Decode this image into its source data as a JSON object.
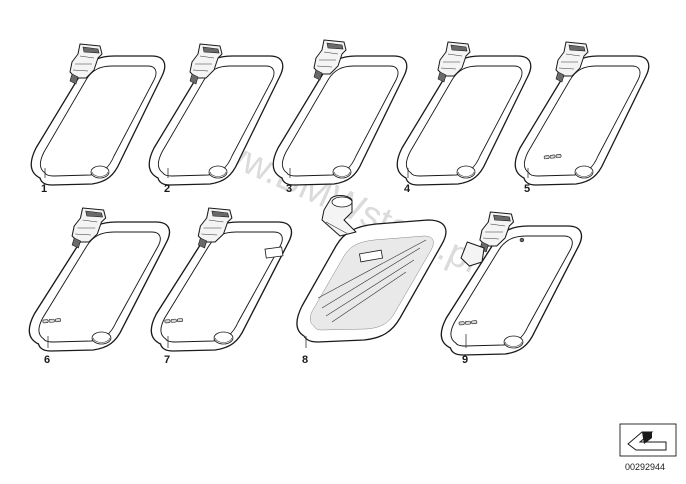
{
  "callouts": [
    "1",
    "2",
    "3",
    "4",
    "5",
    "6",
    "7",
    "8",
    "9"
  ],
  "watermark": "www.BMWstore.pl",
  "figure_number": "00292944",
  "icons": {
    "reference": "angle-arrow-icon"
  }
}
